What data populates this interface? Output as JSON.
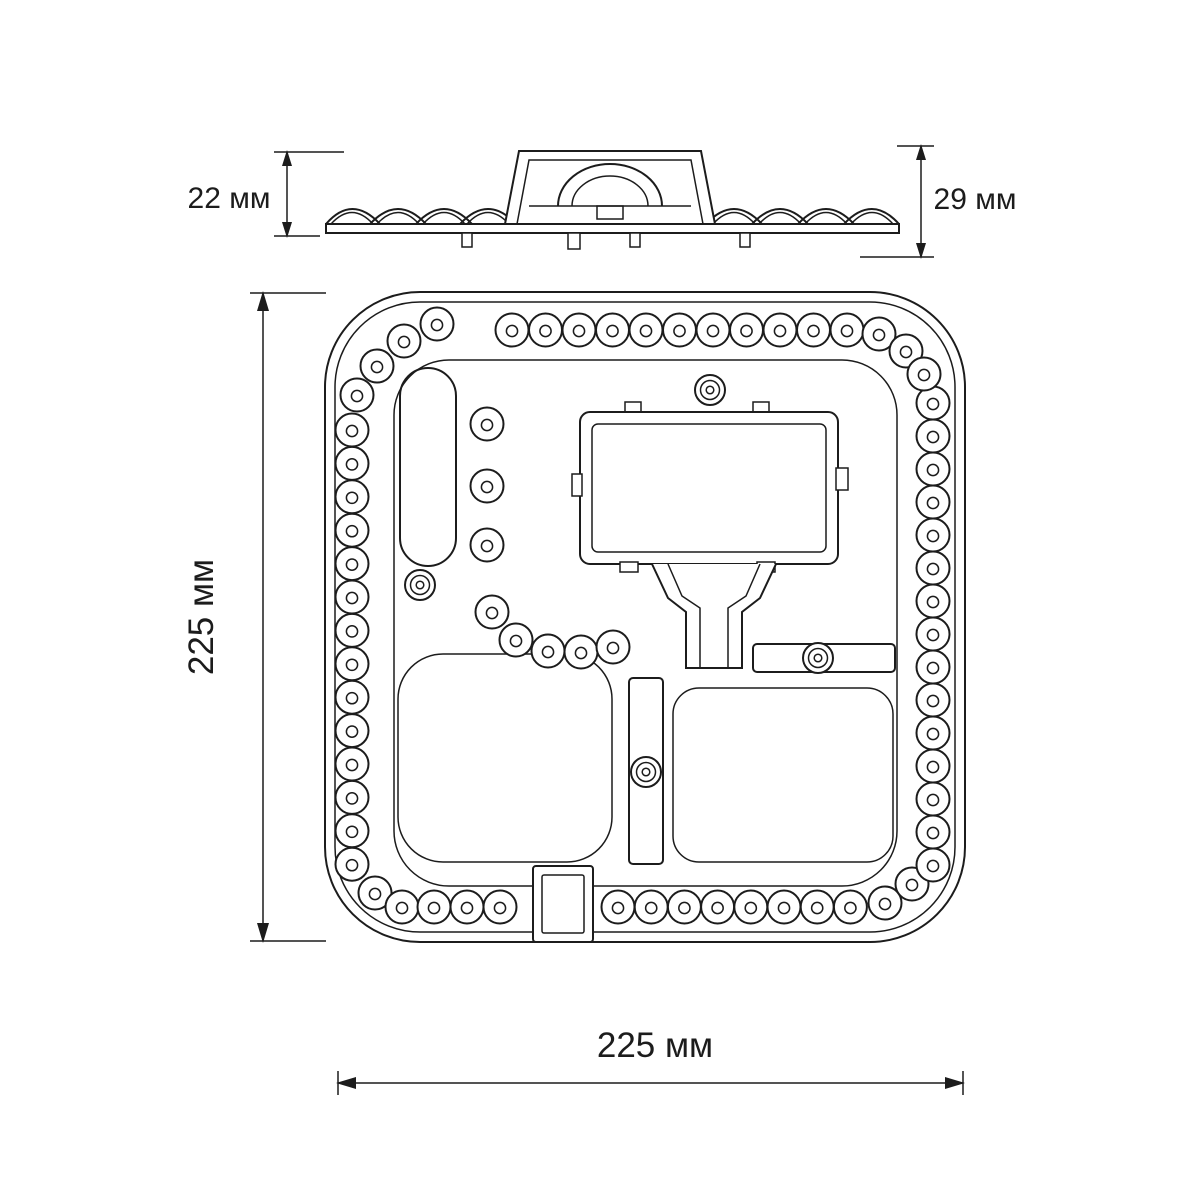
{
  "colors": {
    "ink": "#1c1c1c",
    "background": "#ffffff"
  },
  "labels": {
    "dim_side_height_left": "22 мм",
    "dim_side_height_right": "29 мм",
    "dim_module_height": "225 мм",
    "dim_module_width": "225 мм"
  }
}
